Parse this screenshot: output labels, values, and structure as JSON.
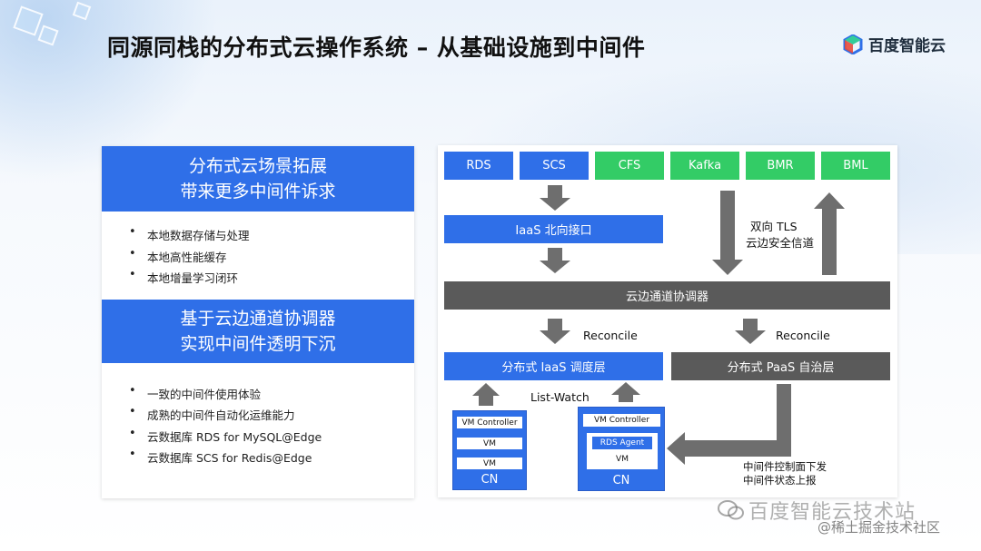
{
  "title": "同源同栈的分布式云操作系统 – 从基础设施到中间件",
  "logo": {
    "text": "百度智能云"
  },
  "left": {
    "section1": {
      "line1": "分布式云场景拓展",
      "line2": "带来更多中间件诉求"
    },
    "list1": [
      "本地数据存储与处理",
      "本地高性能缓存",
      "本地增量学习闭环"
    ],
    "section2": {
      "line1": "基于云边通道协调器",
      "line2": "实现中间件透明下沉"
    },
    "list2": [
      "一致的中间件使用体验",
      "成熟的中间件自动化运维能力",
      "云数据库 RDS for MySQL@Edge",
      "云数据库 SCS for Redis@Edge"
    ]
  },
  "diagram": {
    "top_boxes": [
      {
        "label": "RDS",
        "color": "#2f6fe8"
      },
      {
        "label": "SCS",
        "color": "#2f6fe8"
      },
      {
        "label": "CFS",
        "color": "#33cc66"
      },
      {
        "label": "Kafka",
        "color": "#33cc66"
      },
      {
        "label": "BMR",
        "color": "#33cc66"
      },
      {
        "label": "BML",
        "color": "#33cc66"
      }
    ],
    "iaas_api": "IaaS 北向接口",
    "tls_line1": "双向 TLS",
    "tls_line2": "云边安全信道",
    "coordinator": "云边通道协调器",
    "reconcile_left": "Reconcile",
    "reconcile_right": "Reconcile",
    "iaas_layer": "分布式 IaaS 调度层",
    "paas_layer": "分布式 PaaS 自治层",
    "list_watch": "List-Watch",
    "cn_left": {
      "items": [
        "VM Controller",
        "VM",
        "VM"
      ],
      "label": "CN"
    },
    "cn_right": {
      "items": [
        "VM Controller",
        "RDS Agent",
        "VM"
      ],
      "label": "CN"
    },
    "control_line1": "中间件控制面下发",
    "control_line2": "中间件状态上报"
  },
  "watermark": {
    "main": "百度智能云技术站",
    "sub": "@稀土掘金技术社区"
  }
}
